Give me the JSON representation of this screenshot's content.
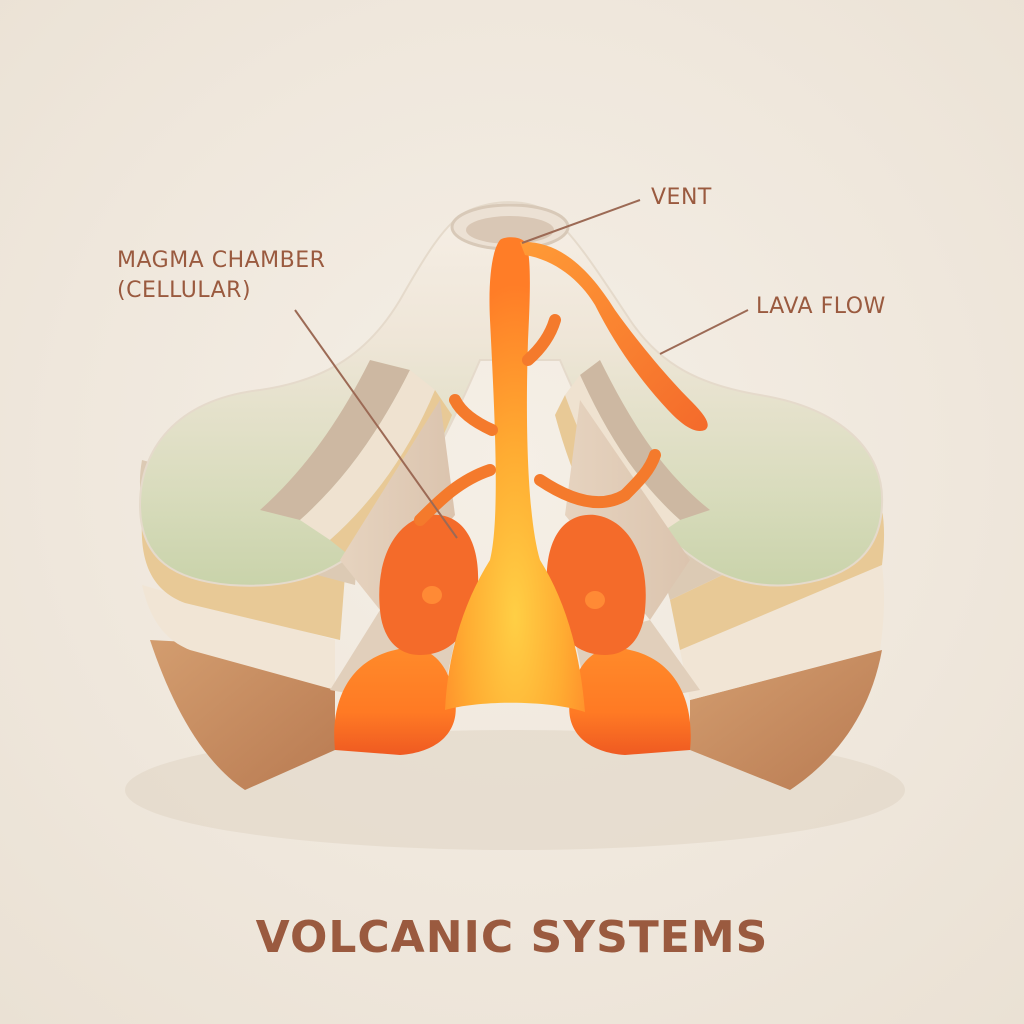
{
  "diagram": {
    "title": "VOLCANIC SYSTEMS",
    "labels": {
      "vent": "VENT",
      "lava_flow": "LAVA FLOW",
      "magma_chamber_line1": "MAGMA CHAMBER",
      "magma_chamber_line2": "(CELLULAR)"
    }
  },
  "colors": {
    "label_text": "#9a5a3f",
    "leader_line": "#9c6a55",
    "background": "#f1eadf",
    "surface_green": "#cdd5b0",
    "layer_beige": "#dccab3",
    "layer_cream": "#f2e6d4",
    "layer_yellow": "#e6c48e",
    "layer_stone": "#d7c2ac",
    "wood_base": "#c48b5f",
    "magma_orange": "#f36a2a",
    "magma_core": "#ffb12f"
  }
}
